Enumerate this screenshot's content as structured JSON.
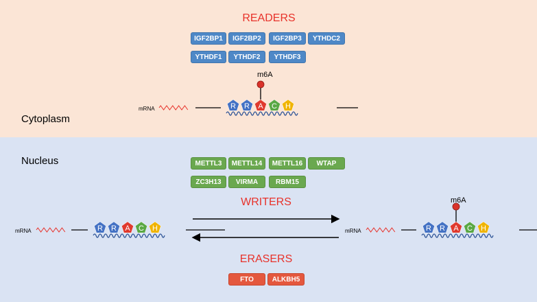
{
  "readers": {
    "title": "READERS",
    "proteins": [
      "IGF2BP1",
      "IGF2BP2",
      "IGF2BP3",
      "YTHDC2",
      "YTHDF1",
      "YTHDF2",
      "YTHDF3"
    ]
  },
  "writers": {
    "title": "WRITERS",
    "proteins": [
      "METTL3",
      "METTL14",
      "METTL16",
      "WTAP",
      "ZC3H13",
      "VIRMA",
      "RBM15"
    ]
  },
  "erasers": {
    "title": "ERASERS",
    "proteins": [
      "FTO",
      "ALKBH5"
    ]
  },
  "regions": {
    "cytoplasm": "Cytoplasm",
    "nucleus": "Nucleus"
  },
  "mrna_label": "mRNA",
  "modification_label": "m6A",
  "motif": [
    "R",
    "R",
    "A",
    "C",
    "H"
  ],
  "colors": {
    "readers": "#4e88c7",
    "writers": "#6aa84f",
    "erasers": "#e4583e",
    "title": "#e8322a",
    "R": "#4472c4",
    "A": "#e03a2e",
    "C": "#5aa844",
    "H": "#f0b400",
    "cytoplasm_bg": "#fbe5d6",
    "nucleus_bg": "#dae3f3"
  }
}
